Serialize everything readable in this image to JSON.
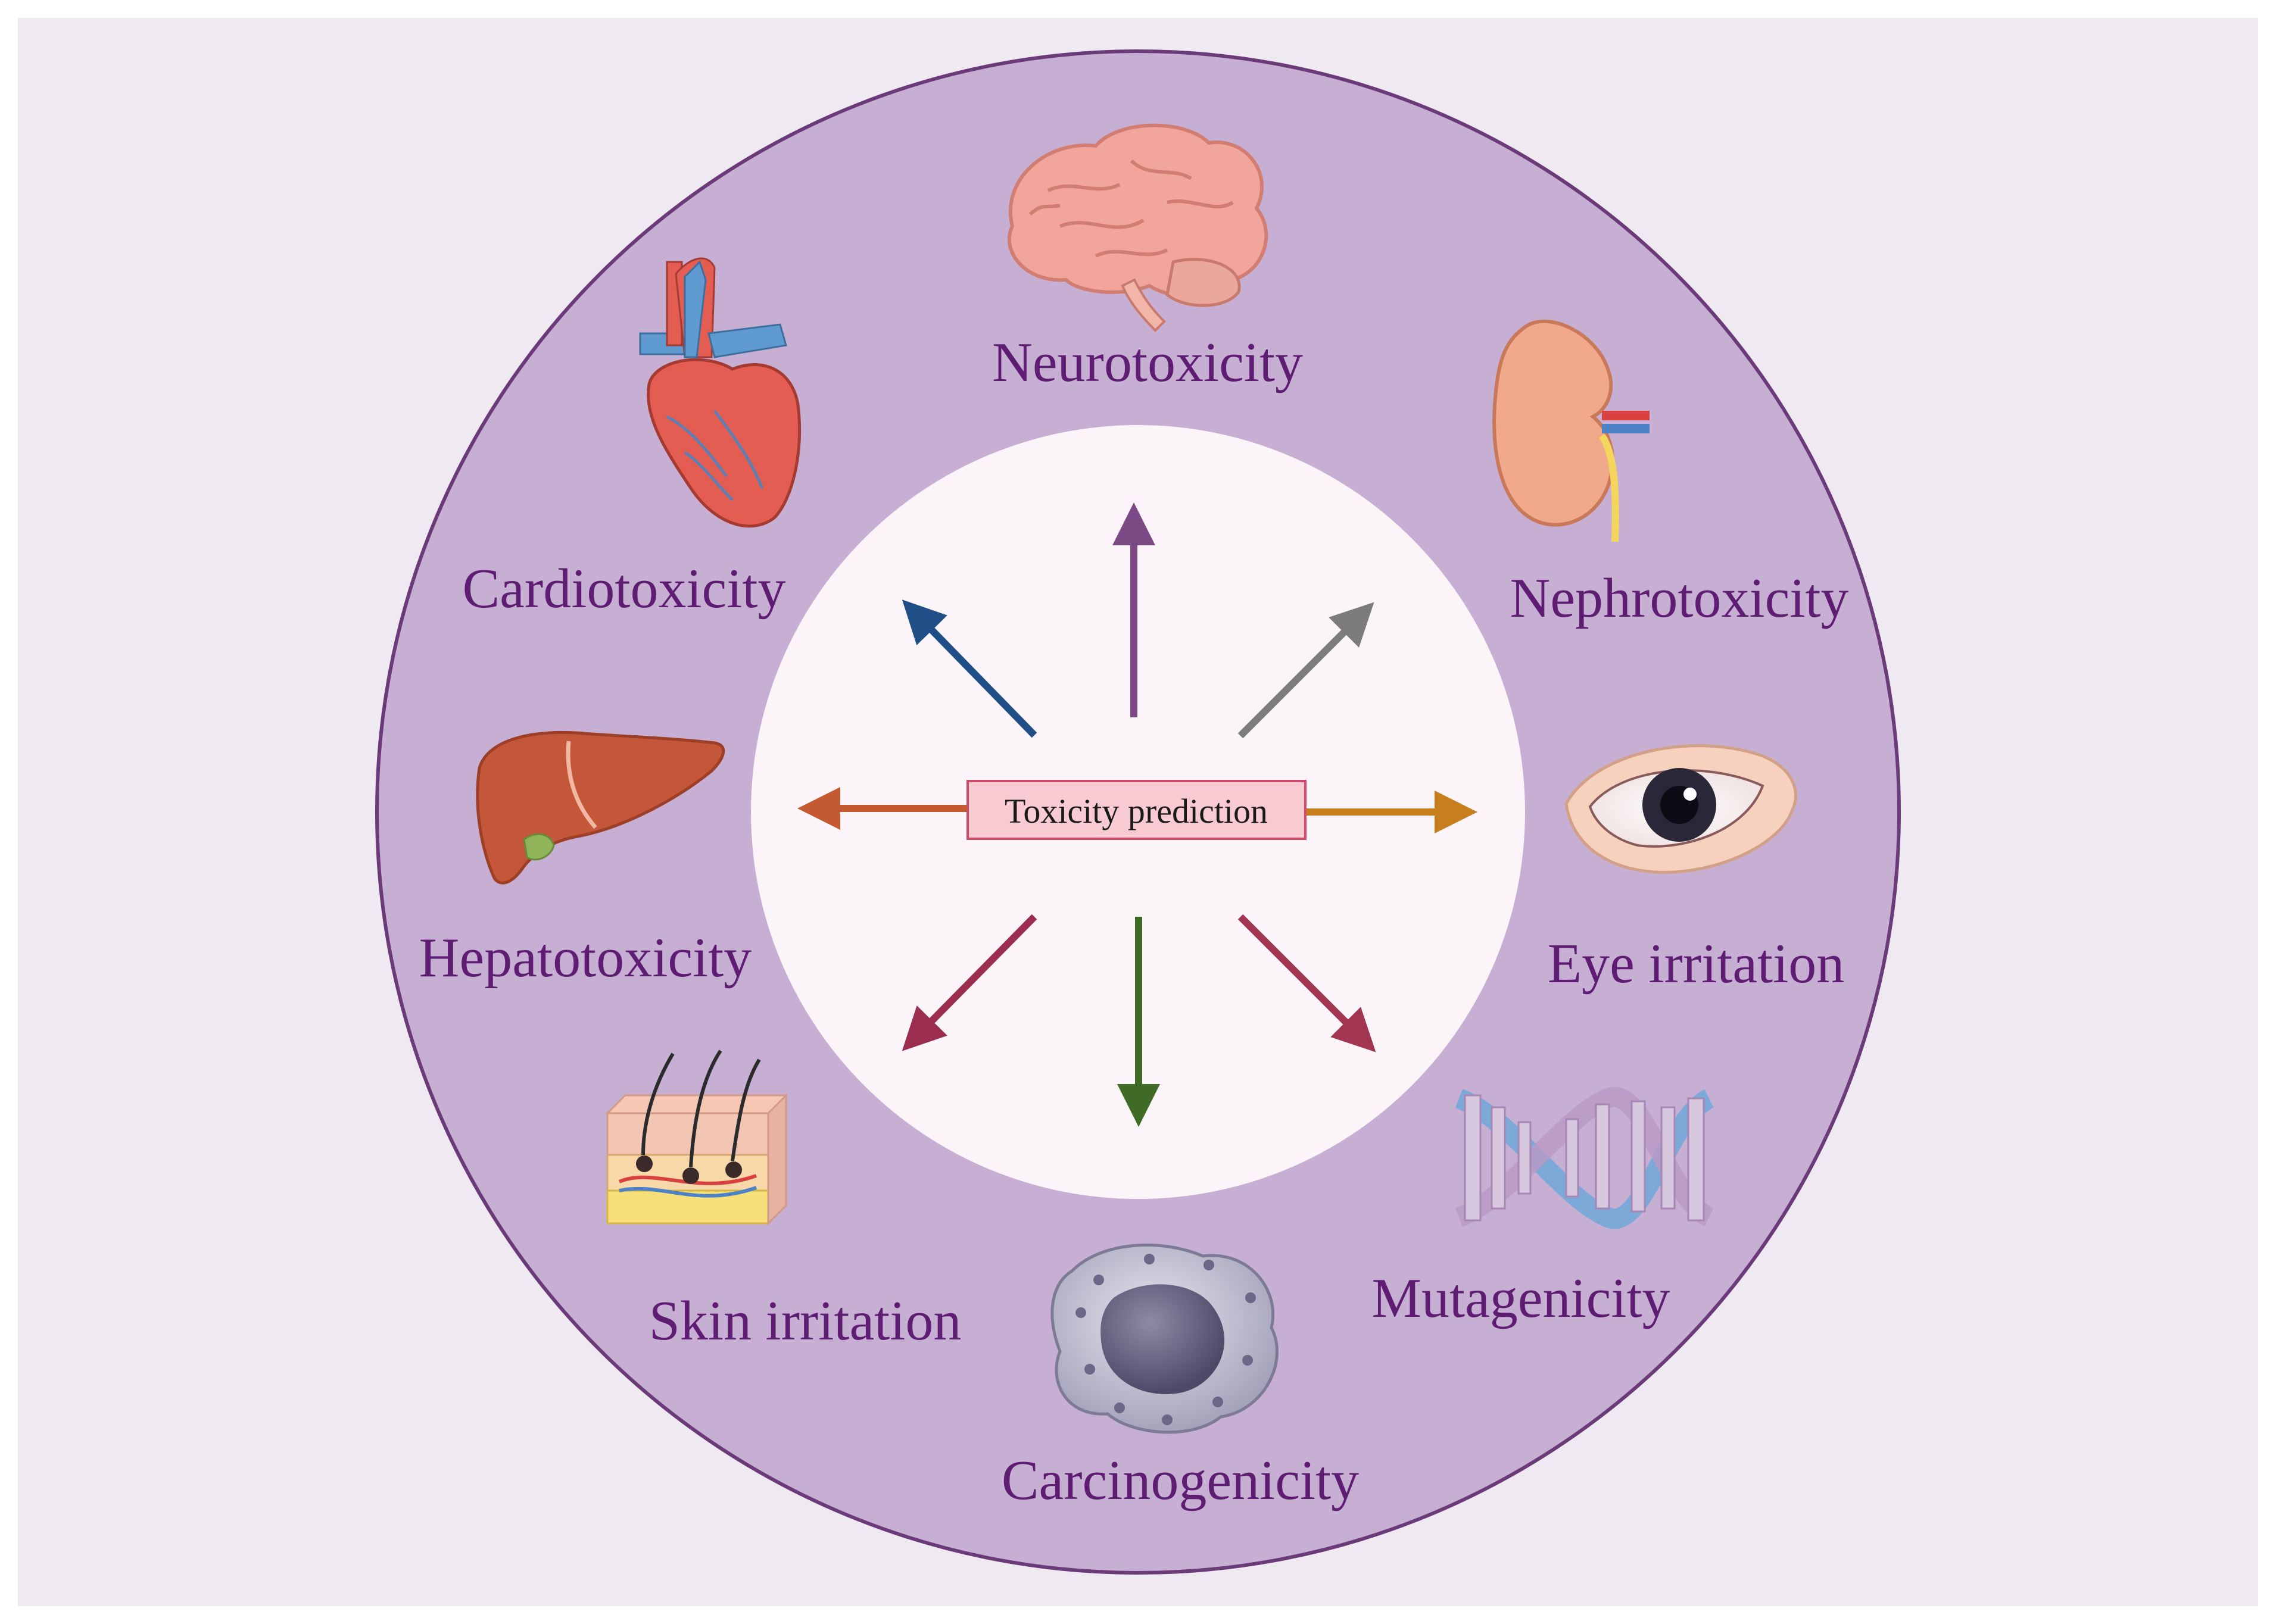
{
  "center": {
    "label": "Toxicity prediction"
  },
  "endpoints": {
    "neurotoxicity": {
      "label": "Neurotoxicity",
      "arrow_color": "#7b4a85"
    },
    "nephrotoxicity": {
      "label": "Nephrotoxicity",
      "arrow_color": "#7c7c7c"
    },
    "eye_irritation": {
      "label": "Eye irritation",
      "arrow_color": "#c77e1c"
    },
    "mutagenicity": {
      "label": "Mutagenicity",
      "arrow_color": "#a23552"
    },
    "carcinogenicity": {
      "label": "Carcinogenicity",
      "arrow_color": "#3f6b26"
    },
    "skin_irritation": {
      "label": "Skin irritation",
      "arrow_color": "#9b2e4e"
    },
    "hepatotoxicity": {
      "label": "Hepatotoxicity",
      "arrow_color": "#c45a32"
    },
    "cardiotoxicity": {
      "label": "Cardiotoxicity",
      "arrow_color": "#1f4f86"
    }
  },
  "colors": {
    "page_background": "#efe9f1",
    "ring_fill": "#c7afd4",
    "ring_stroke": "#6b3a79",
    "inner_circle": "#fbf5fa",
    "center_box_fill": "#f8cad2",
    "center_box_stroke": "#d14c6a",
    "label_text": "#5e1d72"
  },
  "icons": [
    "brain-icon",
    "kidney-icon",
    "eye-icon",
    "dna-icon",
    "cell-icon",
    "skin-icon",
    "liver-icon",
    "heart-icon"
  ]
}
